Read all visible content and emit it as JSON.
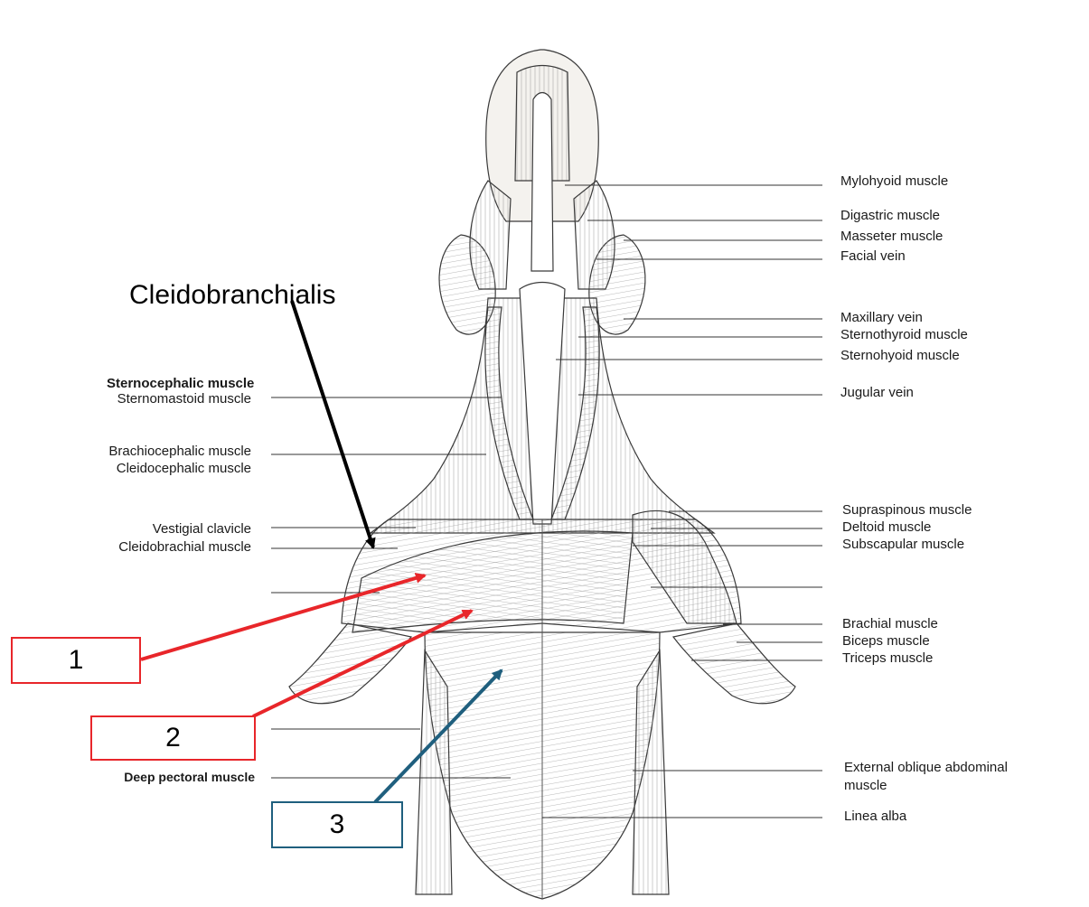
{
  "figure": {
    "callout_title": "Cleidobranchialis",
    "left_labels": {
      "sternocephalic": "Sternocephalic muscle",
      "sternomastoid": "Sternomastoid muscle",
      "brachiocephalic": "Brachiocephalic muscle",
      "cleidocephalic": "Cleidocephalic muscle",
      "vestigial_clavicle": "Vestigial clavicle",
      "cleidobrachial": "Cleidobrachial muscle",
      "deep_pectoral": "Deep pectoral muscle"
    },
    "right_labels": {
      "mylohyoid": "Mylohyoid muscle",
      "digastric": "Digastric muscle",
      "masseter": "Masseter muscle",
      "facial_vein": "Facial vein",
      "maxillary_vein": "Maxillary vein",
      "sternothyroid": "Sternothyroid muscle",
      "sternohyoid": "Sternohyoid muscle",
      "jugular_vein": "Jugular vein",
      "supraspinous": "Supraspinous muscle",
      "deltoid": "Deltoid muscle",
      "subscapular": "Subscapular muscle",
      "brachial": "Brachial muscle",
      "biceps": "Biceps muscle",
      "triceps": "Triceps muscle",
      "external_oblique_1": "External oblique abdominal",
      "external_oblique_2": "muscle",
      "linea_alba": "Linea alba"
    },
    "boxes": {
      "box1": "1",
      "box2": "2",
      "box3": "3"
    },
    "colors": {
      "red_arrow": "#e8262a",
      "blue_arrow": "#1f5f7e",
      "black_arrow": "#000000",
      "line": "#333333",
      "muscle_fill": "#f4f2ee",
      "muscle_stroke": "#3a3a3a"
    }
  }
}
